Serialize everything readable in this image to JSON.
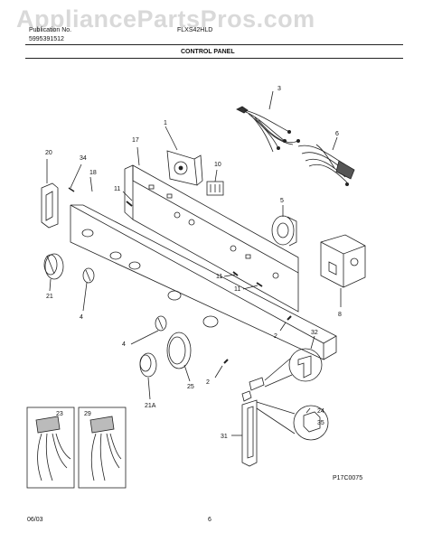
{
  "watermark": "AppliancePartsPros.com",
  "header": {
    "publication_label": "Publication No.",
    "publication_number": "5995391512",
    "model_label": "FLXS42HLD",
    "section_title": "CONTROL PANEL"
  },
  "footer": {
    "date": "06/03",
    "page_number": "6",
    "drawing_code": "P17C0075"
  },
  "callouts": [
    "1",
    "2",
    "2",
    "3",
    "4",
    "4",
    "5",
    "6",
    "8",
    "10",
    "11",
    "11",
    "11",
    "17",
    "18",
    "20",
    "21",
    "21A",
    "23",
    "24",
    "25",
    "29",
    "31",
    "32",
    "34",
    "35"
  ]
}
